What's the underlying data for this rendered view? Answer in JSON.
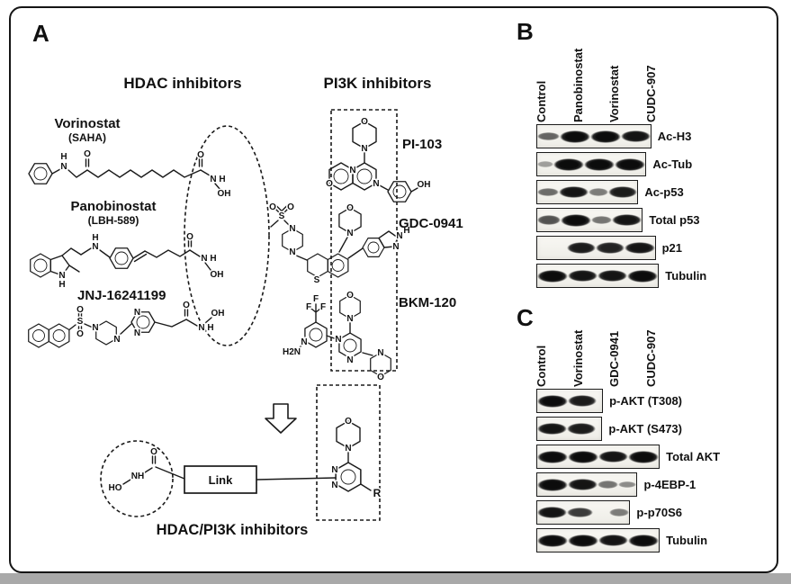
{
  "panel_a": {
    "label": "A",
    "hdac_title": "HDAC inhibitors",
    "pi3k_title": "PI3K inhibitors",
    "bottom_title": "HDAC/PI3K inhibitors",
    "compounds": {
      "vorinostat": {
        "name": "Vorinostat",
        "alias": "(SAHA)",
        "atoms": [
          "H",
          "N",
          "O",
          "O",
          "N",
          "H",
          "OH"
        ]
      },
      "panobinostat": {
        "name": "Panobinostat",
        "alias": "(LBH-589)",
        "atoms": [
          "N",
          "H",
          "N",
          "H",
          "O",
          "N",
          "H",
          "OH"
        ]
      },
      "jnj": {
        "name": "JNJ-16241199",
        "atoms": [
          "O",
          "S",
          "O",
          "N",
          "N",
          "N",
          "N",
          "O",
          "N",
          "H",
          "OH"
        ]
      },
      "pi103": {
        "name": "PI-103",
        "atoms": [
          "O",
          "N",
          "N",
          "N",
          "O",
          "OH"
        ]
      },
      "gdc0941": {
        "name": "GDC-0941",
        "atoms": [
          "O",
          "S",
          "O",
          "N",
          "N",
          "O",
          "N",
          "S",
          "N",
          "N",
          "H"
        ]
      },
      "bkm120": {
        "name": "BKM-120",
        "atoms": [
          "F",
          "F",
          "F",
          "N",
          "H2N",
          "N",
          "N",
          "O",
          "N",
          "O",
          "N"
        ]
      }
    },
    "scheme": {
      "link_label": "Link",
      "r_label": "R",
      "atoms": [
        "HO",
        "NH",
        "O",
        "O",
        "N",
        "N",
        "N"
      ]
    }
  },
  "panel_b": {
    "label": "B",
    "lanes": [
      "Control",
      "Panobinostat",
      "Vorinostat",
      "CUDC-907"
    ],
    "blots": [
      {
        "target": "Ac-H3",
        "bands": [
          0.45,
          1,
          1,
          0.95
        ]
      },
      {
        "target": "Ac-Tub",
        "bands": [
          0.08,
          1,
          1,
          1
        ]
      },
      {
        "target": "Ac-p53",
        "bands": [
          0.4,
          0.95,
          0.3,
          0.9
        ]
      },
      {
        "target": "Total p53",
        "bands": [
          0.55,
          1,
          0.35,
          0.95
        ]
      },
      {
        "target": "p21",
        "bands": [
          0,
          0.9,
          0.85,
          0.95
        ]
      },
      {
        "target": "Tubulin",
        "bands": [
          1,
          0.95,
          0.95,
          1
        ]
      }
    ]
  },
  "panel_c": {
    "label": "C",
    "lanes": [
      "Control",
      "Vorinostat",
      "GDC-0941",
      "CUDC-907"
    ],
    "blots": [
      {
        "target": "p-AKT (T308)",
        "bands": [
          1,
          0.9,
          0,
          0
        ]
      },
      {
        "target": "p-AKT (S473)",
        "bands": [
          0.95,
          0.9,
          0,
          0
        ]
      },
      {
        "target": "Total AKT",
        "bands": [
          1,
          1,
          0.95,
          1
        ]
      },
      {
        "target": "p-4EBP-1",
        "bands": [
          1,
          0.95,
          0.35,
          0.2
        ]
      },
      {
        "target": "p-p70S6",
        "bands": [
          0.95,
          0.7,
          0,
          0.3
        ]
      },
      {
        "target": "Tubulin",
        "bands": [
          1,
          1,
          0.95,
          1
        ]
      }
    ]
  }
}
